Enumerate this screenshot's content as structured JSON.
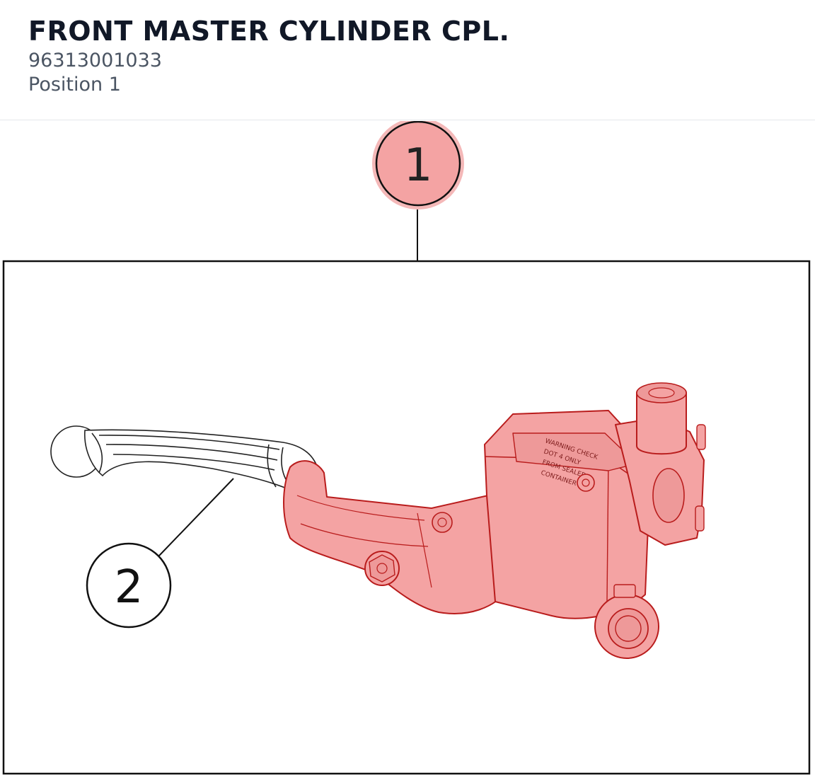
{
  "header": {
    "title": "FRONT MASTER CYLINDER CPL.",
    "part_number": "96313001033",
    "position": "Position 1"
  },
  "diagram": {
    "highlight_color": "#f4a3a3",
    "highlight_stroke": "#b91c1c",
    "callouts": [
      {
        "label": "1",
        "highlighted": true
      },
      {
        "label": "2",
        "highlighted": false
      }
    ],
    "reservoir_text": [
      "WARNING CHECK",
      "DOT 4 ONLY",
      "FROM SEALED",
      "CONTAINER"
    ]
  }
}
